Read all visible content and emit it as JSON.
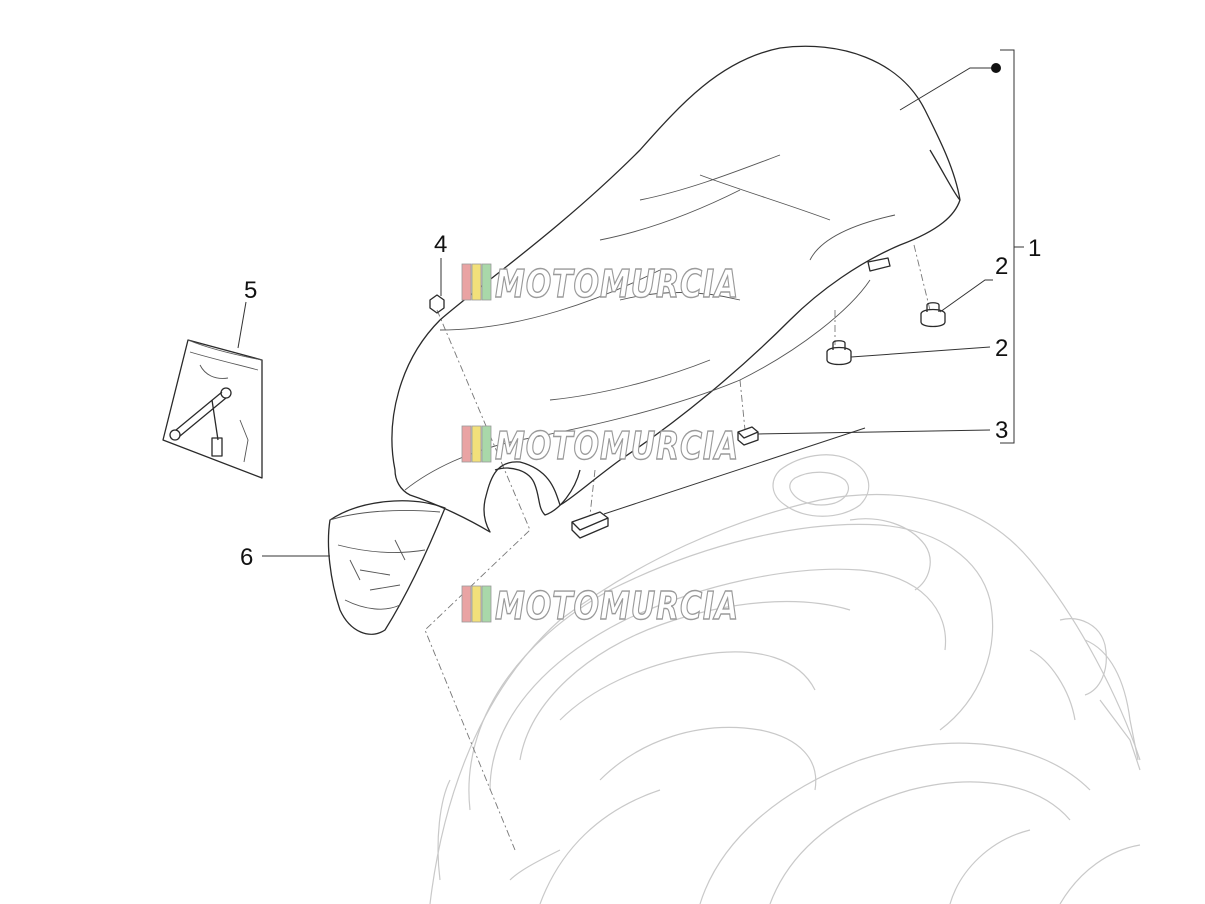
{
  "diagram": {
    "callouts": [
      {
        "id": "c1",
        "label": "1"
      },
      {
        "id": "c2a",
        "label": "2"
      },
      {
        "id": "c2b",
        "label": "2"
      },
      {
        "id": "c3",
        "label": "3"
      },
      {
        "id": "c4",
        "label": "4"
      },
      {
        "id": "c5",
        "label": "5"
      },
      {
        "id": "c6",
        "label": "6"
      }
    ],
    "watermark": {
      "text": "MOTOMURCIA",
      "stripe_colors": [
        "#e9a3a3",
        "#f2e07a",
        "#a9d8a9"
      ]
    },
    "colors": {
      "line": "#2a2a2a",
      "frame": "#c9c9c9",
      "watermark_outline": "#9a9a9a"
    }
  }
}
